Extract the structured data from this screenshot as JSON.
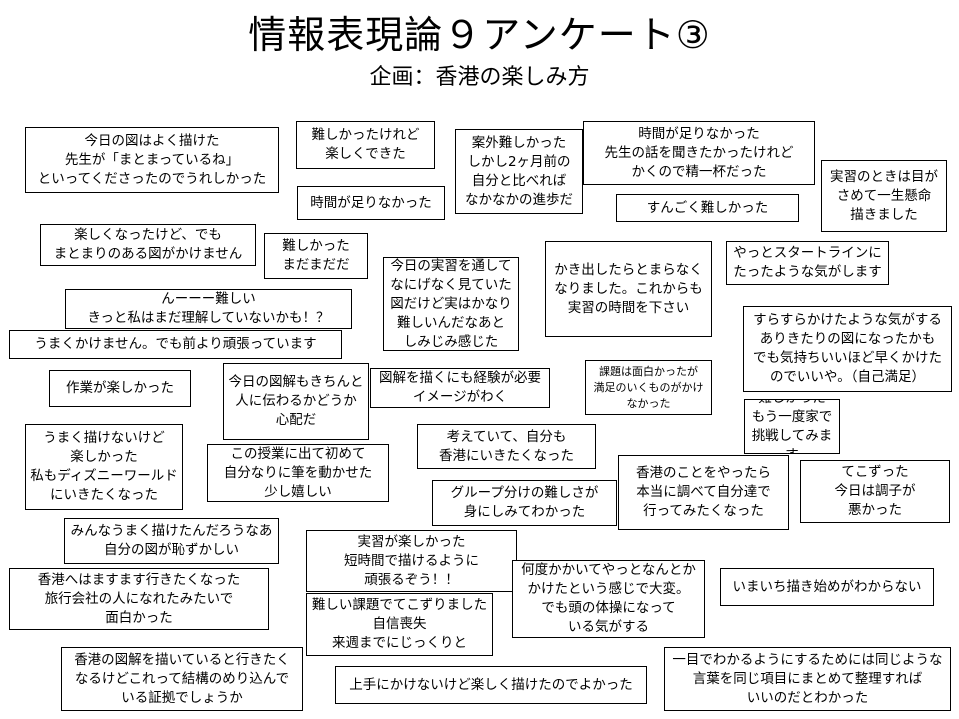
{
  "title": "情報表現論９アンケート③",
  "subtitle": "企画：香港の楽しみ方",
  "comments": [
    "今日の図はよく描けた\n先生が「まとまっているね」\nといってくださったのでうれしかった",
    "難しかったけれど\n楽しくできた",
    "案外難しかった\nしかし2ヶ月前の\n自分と比べれば\nなかなかの進歩だ",
    "時間が足りなかった\n先生の話を聞きたかったけれど\nかくので精一杯だった",
    "実習のときは目が\nさめて一生懸命\n描きました",
    "時間が足りなかった",
    "すんごく難しかった",
    "楽しくなったけど、でも\nまとまりのある図がかけません",
    "難しかった\nまだまだだ",
    "今日の実習を通して\nなにげなく見ていた\n図だけど実はかなり\n難しいんだなあと\nしみじみ感じた",
    "かき出したらとまらなく\nなりました。これからも\n実習の時間を下さい",
    "やっとスタートラインに\nたったような気がします",
    "んーーー難しい\nきっと私はまだ理解していないかも！？",
    "すらすらかけたような気がする\nありきたりの図になったかも\nでも気持ちいいほど早くかけた\nのでいいや。（自己満足）",
    "うまくかけません。でも前より頑張っています",
    "作業が楽しかった",
    "今日の図解もきちんと\n人に伝わるかどうか\n心配だ",
    "図解を描くにも経験が必要\nイメージがわく",
    "課題は面白かったが\n満足のいくものがかけ\nなかった",
    "難しかった\nもう一度家で\n挑戦してみます",
    "うまく描けないけど\n楽しかった\n私もディズニーワールド\nにいきたくなった",
    "この授業に出て初めて\n自分なりに筆を動かせた\n少し嬉しい",
    "考えていて、自分も\n香港にいきたくなった",
    "香港のことをやったら\n本当に調べて自分達で\n行ってみたくなった",
    "てこずった\n今日は調子が\n悪かった",
    "グループ分けの難しさが\n身にしみてわかった",
    "みんなうまく描けたんだろうなあ\n自分の図が恥ずかしい",
    "実習が楽しかった\n短時間で描けるように\n頑張るぞう！！",
    "香港へはますます行きたくなった\n旅行会社の人になれたみたいで\n面白かった",
    "何度かかいてやっとなんとか\nかけたという感じで大変。\nでも頭の体操になって\nいる気がする",
    "いまいち描き始めがわからない",
    "難しい課題でてこずりました\n自信喪失\n来週までにじっくりと",
    "香港の図解を描いていると行きたく\nなるけどこれって結構のめり込んで\nいる証拠でしょうか",
    "上手にかけないけど楽しく描けたのでよかった",
    "一目でわかるようにするためには同じような\n言葉を同じ項目にまとめて整理すれば\nいいのだとわかった"
  ]
}
